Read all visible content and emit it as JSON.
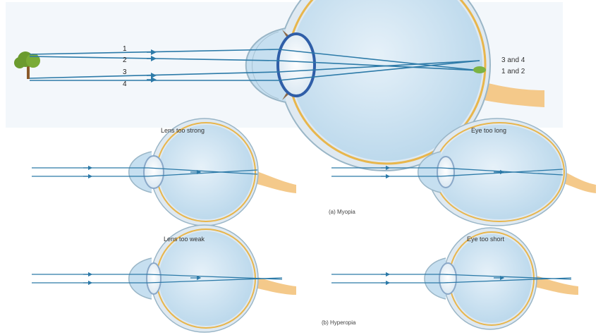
{
  "top": {
    "ray_labels": [
      "1",
      "2",
      "3",
      "4"
    ],
    "focus_labels": [
      "3 and 4",
      "1 and 2"
    ]
  },
  "myopia": {
    "caption": "(a) Myopia",
    "left_title": "Lens too strong",
    "right_title": "Eye too long"
  },
  "hyperopia": {
    "caption": "(b) Hyperopia",
    "left_title": "Lens too weak",
    "right_title": "Eye too short"
  },
  "colors": {
    "eye_fill": "#cfe4f2",
    "eye_rim": "#9ab6c7",
    "sclera_gold": "#e8b64c",
    "lens_blue": "#2f5ea8",
    "ray": "#2c7aa8",
    "optic_nerve": "#f4c98a",
    "tree_green": "#6b9b2e",
    "focus_spot": "#7cb342"
  }
}
